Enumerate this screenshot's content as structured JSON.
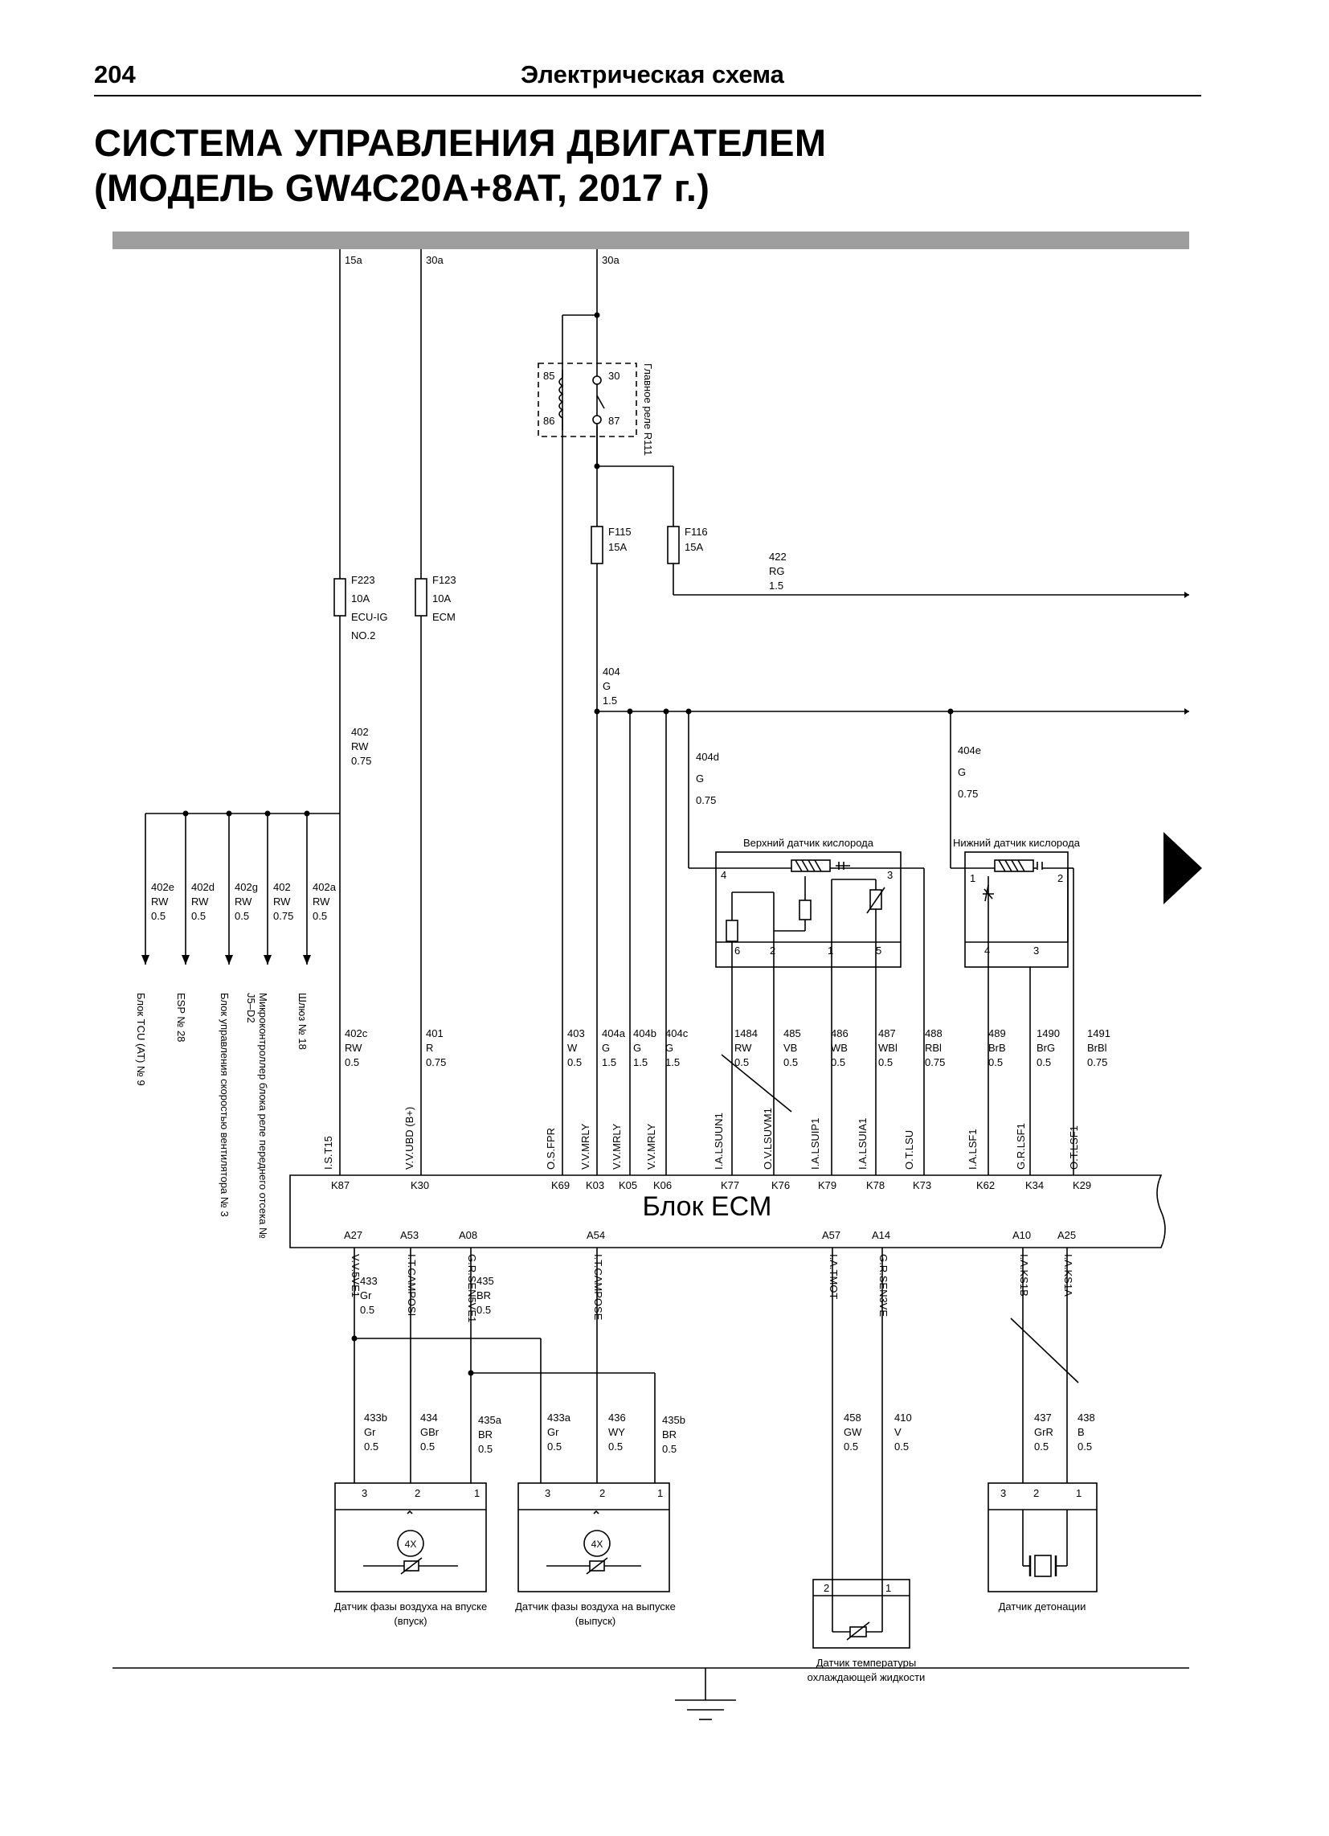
{
  "page": {
    "number": "204",
    "section": "Электрическая схема",
    "title_line1": "СИСТЕМА УПРАВЛЕНИЯ ДВИГАТЕЛЕМ",
    "title_line2": "(МОДЕЛЬ GW4C20A+8AT, 2017 г.)"
  },
  "bus": {
    "b15a": "15a",
    "b30a1": "30a",
    "b30a2": "30a"
  },
  "relay": {
    "label": "Главное реле R111",
    "pins": {
      "p85": "85",
      "p86": "86",
      "p30": "30",
      "p87": "87"
    }
  },
  "fuses": {
    "f223": [
      "F223",
      "10A",
      "ECU-IG",
      "NO.2"
    ],
    "f123": [
      "F123",
      "10A",
      "ECM"
    ],
    "f115": [
      "F115",
      "15A"
    ],
    "f116": [
      "F116",
      "15A"
    ]
  },
  "wires": {
    "w422": [
      "422",
      "RG",
      "1.5"
    ],
    "w404": [
      "404",
      "G",
      "1.5"
    ],
    "w404d": [
      "404d",
      "G",
      "0.75"
    ],
    "w404e": [
      "404e",
      "G",
      "0.75"
    ],
    "w402": [
      "402",
      "RW",
      "0.75"
    ],
    "branches": [
      {
        "code": "402e",
        "color": "RW",
        "size": "0.5",
        "dest": "Блок TCU (AT) № 9"
      },
      {
        "code": "402d",
        "color": "RW",
        "size": "0.5",
        "dest": "ESP № 28"
      },
      {
        "code": "402g",
        "color": "RW",
        "size": "0.5",
        "dest": "Блок управления скоростью вентилятора № 3"
      },
      {
        "code": "402",
        "color": "RW",
        "size": "0.75",
        "dest": "Микроконтроллер блока реле переднего отсека №",
        "dest2": "J5–D2"
      },
      {
        "code": "402a",
        "color": "RW",
        "size": "0.5",
        "dest": "Шлюз № 18"
      }
    ],
    "top": [
      {
        "code": "402c",
        "color": "RW",
        "size": "0.5"
      },
      {
        "code": "401",
        "color": "R",
        "size": "0.75"
      },
      {
        "code": "403",
        "color": "W",
        "size": "0.5"
      },
      {
        "code": "404a",
        "color": "G",
        "size": "1.5"
      },
      {
        "code": "404b",
        "color": "G",
        "size": "1.5"
      },
      {
        "code": "404c",
        "color": "G",
        "size": "1.5"
      },
      {
        "code": "1484",
        "color": "RW",
        "size": "0.5"
      },
      {
        "code": "485",
        "color": "VB",
        "size": "0.5"
      },
      {
        "code": "486",
        "color": "WB",
        "size": "0.5"
      },
      {
        "code": "487",
        "color": "WBl",
        "size": "0.5"
      },
      {
        "code": "488",
        "color": "RBl",
        "size": "0.75"
      },
      {
        "code": "489",
        "color": "BrB",
        "size": "0.5"
      },
      {
        "code": "1490",
        "color": "BrG",
        "size": "0.5"
      },
      {
        "code": "1491",
        "color": "BrBl",
        "size": "0.75"
      }
    ],
    "bottom_upper": [
      {
        "code": "433",
        "color": "Gr",
        "size": "0.5"
      },
      {
        "code": "435",
        "color": "BR",
        "size": "0.5"
      }
    ],
    "bottom_lower": [
      {
        "code": "433b",
        "color": "Gr",
        "size": "0.5"
      },
      {
        "code": "434",
        "color": "GBr",
        "size": "0.5"
      },
      {
        "code": "435a",
        "color": "BR",
        "size": "0.5"
      },
      {
        "code": "433a",
        "color": "Gr",
        "size": "0.5"
      },
      {
        "code": "436",
        "color": "WY",
        "size": "0.5"
      },
      {
        "code": "435b",
        "color": "BR",
        "size": "0.5"
      },
      {
        "code": "458",
        "color": "GW",
        "size": "0.5"
      },
      {
        "code": "410",
        "color": "V",
        "size": "0.5"
      },
      {
        "code": "437",
        "color": "GrR",
        "size": "0.5"
      },
      {
        "code": "438",
        "color": "B",
        "size": "0.5"
      }
    ]
  },
  "ecm": {
    "label": "Блок ECM",
    "top_pins": [
      "K87",
      "K30",
      "K69",
      "K03",
      "K05",
      "K06",
      "K77",
      "K76",
      "K79",
      "K78",
      "K73",
      "K62",
      "K34",
      "K29"
    ],
    "top_signals": [
      "I.S.T15",
      "V.V.UBD  (B+)",
      "O.S.FPR",
      "V.V.MRLY",
      "V.V.MRLY",
      "V.V.MRLY",
      "I.A.LSUUN1",
      "O.V.LSUVM1",
      "I.A.LSUIP1",
      "I.A.LSUIA1",
      "O.T.LSU",
      "I.A.LSF1",
      "G.R.LSF1",
      "O.T.LSF1"
    ],
    "bottom_pins": [
      "A27",
      "A53",
      "A08",
      "A54",
      "A57",
      "A14",
      "A10",
      "A25"
    ],
    "bottom_signals": [
      "V.V.5VE1",
      "I.T.CAMPOSI",
      "G.R.SEN5VE1",
      "I.T.CAMPOSE",
      "I.A.TMOT",
      "G.R.SEN3VE",
      "I.A.KS1B",
      "I.A.KS1A"
    ]
  },
  "sensors": {
    "upper_o2": {
      "label": "Верхний датчик кислорода",
      "pins": [
        "4",
        "3",
        "6",
        "2",
        "1",
        "5"
      ]
    },
    "lower_o2": {
      "label": "Нижний датчик кислорода",
      "pins": [
        "1",
        "2",
        "4",
        "3"
      ]
    },
    "cam_in": {
      "label1": "Датчик фазы воздуха на впуске",
      "label2": "(впуск)",
      "pins": [
        "3",
        "2",
        "1"
      ],
      "mark": "4X"
    },
    "cam_out": {
      "label1": "Датчик фазы воздуха на выпуске",
      "label2": "(выпуск)",
      "pins": [
        "3",
        "2",
        "1"
      ],
      "mark": "4X"
    },
    "coolant": {
      "label1": "Датчик температуры",
      "label2": "охлаждающей жидкости",
      "pins": [
        "2",
        "1"
      ]
    },
    "knock": {
      "label": "Датчик детонации",
      "pins": [
        "3",
        "2",
        "1"
      ]
    }
  }
}
